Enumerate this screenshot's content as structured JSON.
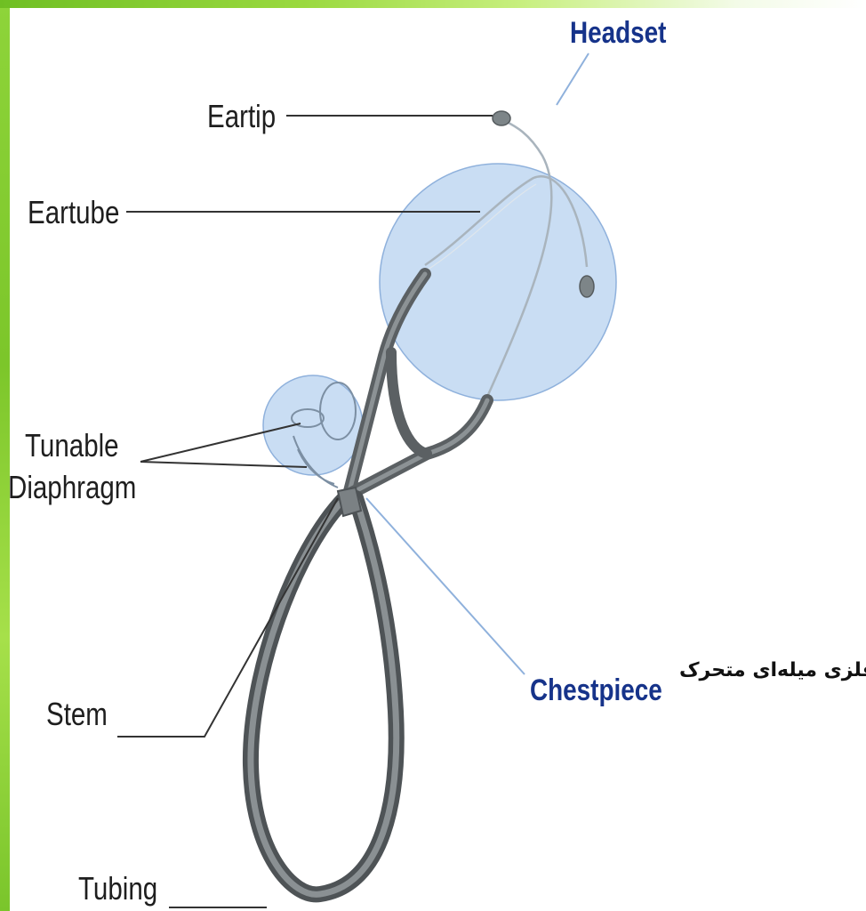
{
  "labels": {
    "headset": "Headset",
    "eartip": "Eartip",
    "eartube": "Eartube",
    "tunable_line1": "Tunable",
    "tunable_line2": "Diaphragm",
    "stem": "Stem",
    "tubing": "Tubing",
    "chestpiece": "Chestpiece",
    "persian_note": "قطعه فلزی میله‌ای متحرک"
  },
  "colors": {
    "accent_green": "#7cc62a",
    "highlight_circle": "#c9ddf3",
    "label_blue": "#16338a",
    "tubing_gray": "#6f7476"
  }
}
